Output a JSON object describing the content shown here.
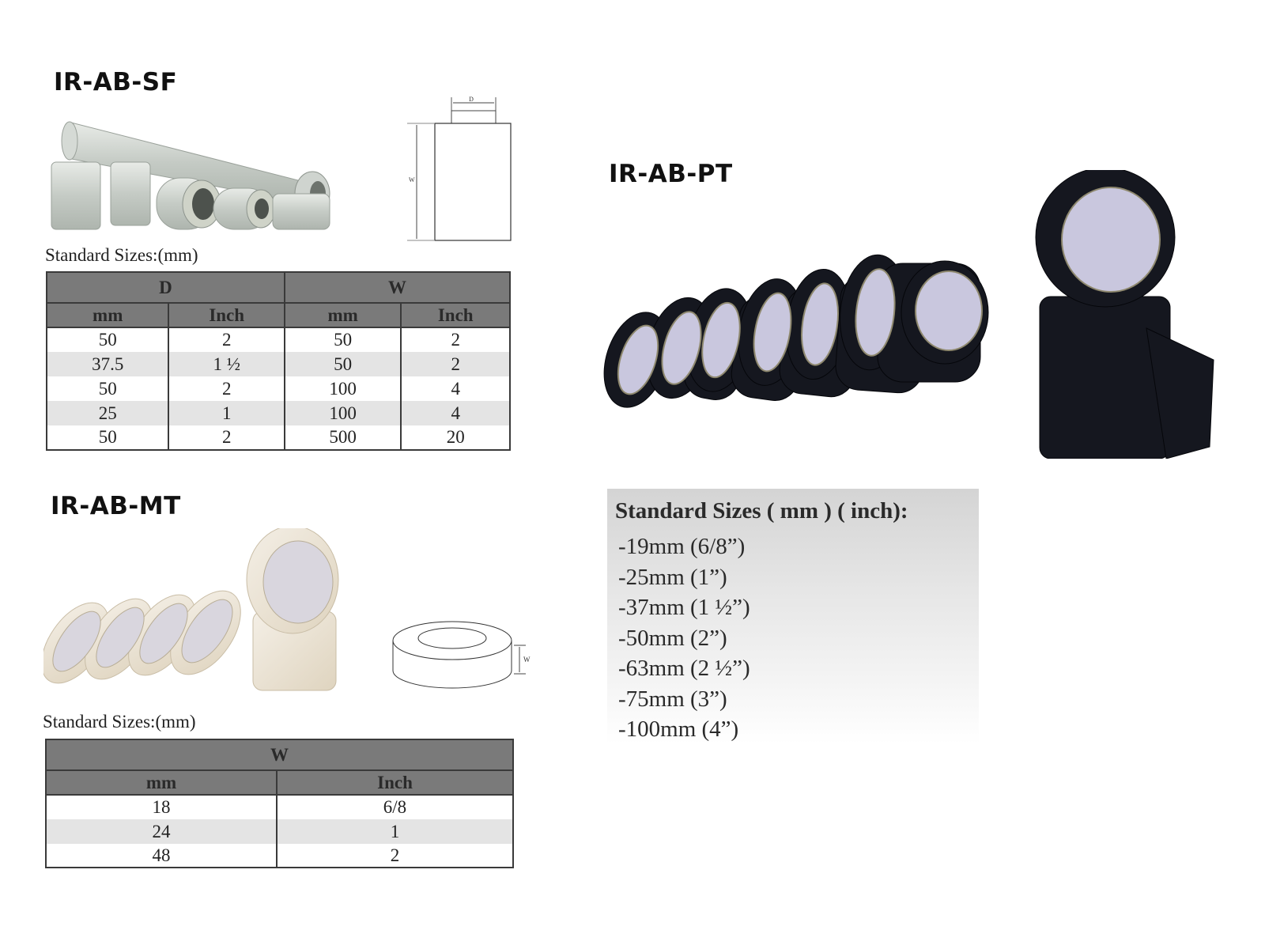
{
  "sections": {
    "sf": {
      "title": "IR-AB-SF",
      "caption": "Standard Sizes:(mm)",
      "diagram": {
        "label_d": "D",
        "label_w": "W"
      },
      "table": {
        "group_headers": [
          "D",
          "W"
        ],
        "sub_headers": [
          "mm",
          "Inch",
          "mm",
          "Inch"
        ],
        "rows": [
          [
            "50",
            "2",
            "50",
            "2"
          ],
          [
            "37.5",
            "1 ½",
            "50",
            "2"
          ],
          [
            "50",
            "2",
            "100",
            "4"
          ],
          [
            "25",
            "1",
            "100",
            "4"
          ],
          [
            "50",
            "2",
            "500",
            "20"
          ]
        ]
      }
    },
    "mt": {
      "title": "IR-AB-MT",
      "caption": "Standard Sizes:(mm)",
      "diagram": {
        "label_w": "W"
      },
      "table": {
        "group_header": "W",
        "sub_headers": [
          "mm",
          "Inch"
        ],
        "rows": [
          [
            "18",
            "6/8"
          ],
          [
            "24",
            "1"
          ],
          [
            "48",
            "2"
          ]
        ]
      }
    },
    "pt": {
      "title": "IR-AB-PT",
      "sizes_title": "Standard Sizes ( mm ) ( inch):",
      "sizes": [
        "-19mm (6/8”)",
        "-25mm (1”)",
        "-37mm (1 ½”)",
        "-50mm (2”)",
        "-63mm (2 ½”)",
        "-75mm (3”)",
        "-100mm (4”)"
      ]
    }
  },
  "colors": {
    "table_header": "#7a7a7a",
    "table_alt_row": "#e4e4e4",
    "table_border": "#3a3a3a",
    "stretch_film": "#c9cec9",
    "masking_tape": "#ece3d2",
    "pvc_tape": "#141620"
  }
}
